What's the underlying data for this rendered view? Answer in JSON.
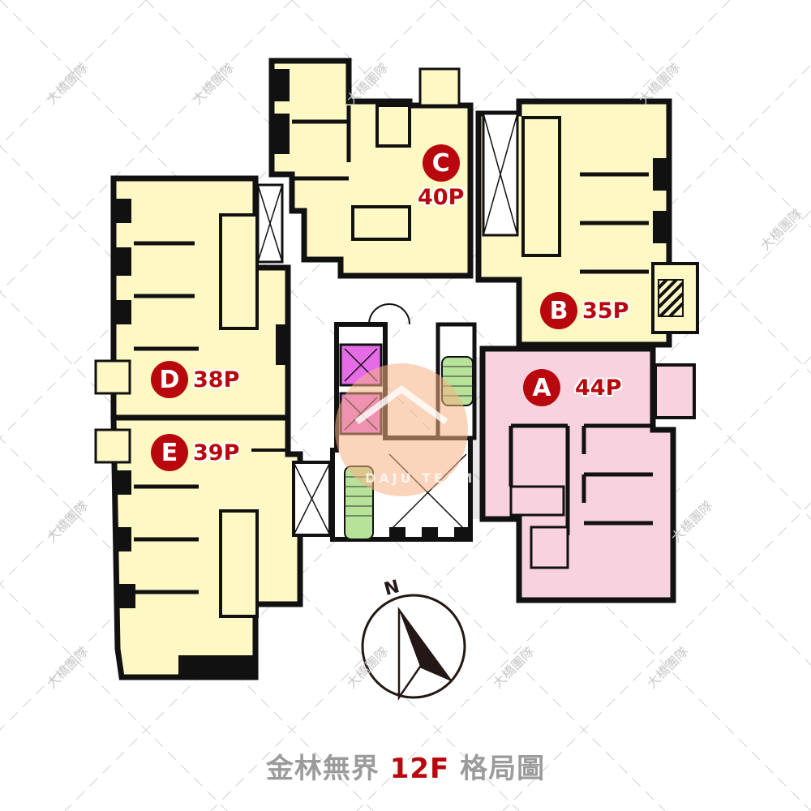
{
  "title": {
    "project": "金林無界",
    "floor": "12F",
    "suffix": "格局圖"
  },
  "units": [
    {
      "id": "A",
      "size": "44P",
      "color": "#f8d3df"
    },
    {
      "id": "B",
      "size": "35P",
      "color": "#fdf8c4"
    },
    {
      "id": "C",
      "size": "40P",
      "color": "#fdf8c4"
    },
    {
      "id": "D",
      "size": "38P",
      "color": "#fdf8c4"
    },
    {
      "id": "E",
      "size": "39P",
      "color": "#fdf8c4"
    }
  ],
  "compass": {
    "label": "N",
    "icon": "north-arrow-icon"
  },
  "watermark": {
    "text": "大橋團隊"
  },
  "logo": {
    "text": "DAJU TEAM",
    "icon": "house-logo-icon"
  },
  "colors": {
    "accent": "#b8070d",
    "unit_yellow": "#fdf8c4",
    "unit_pink": "#f8d3df",
    "elevator": "#e66be6",
    "stairs": "#b6e29a",
    "wall": "#111111",
    "logo_circle": "#f5b183"
  }
}
